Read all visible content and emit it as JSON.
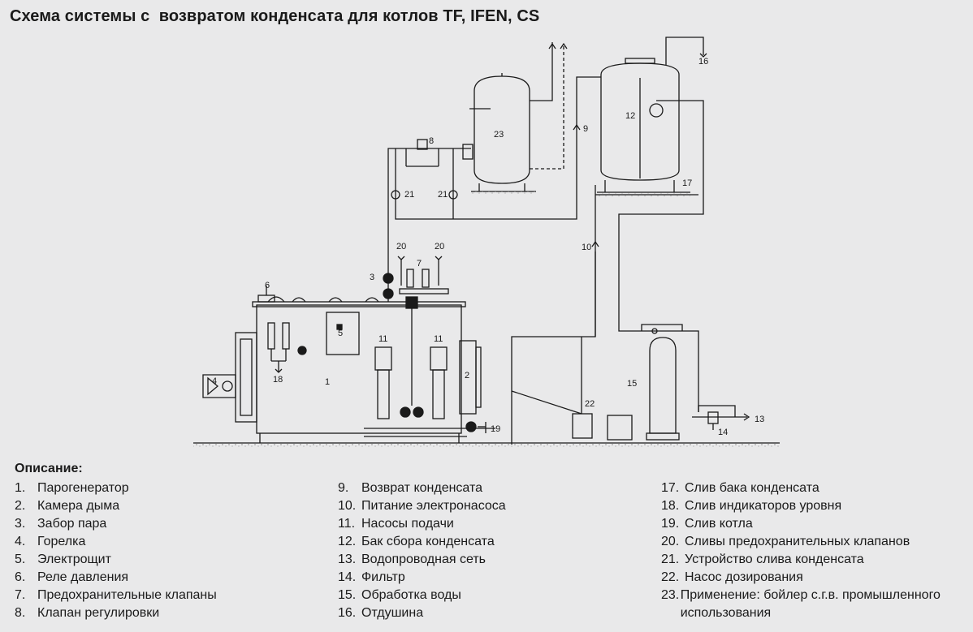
{
  "title": "Схема системы с  возвратом конденсата для котлов TF, IFEN, CS",
  "legend_title": "Описание:",
  "legend": {
    "col1": [
      {
        "num": "1.",
        "text": "Парогенератор"
      },
      {
        "num": "2.",
        "text": "Камера дыма"
      },
      {
        "num": "3.",
        "text": "Забор пара"
      },
      {
        "num": "4.",
        "text": "Горелка"
      },
      {
        "num": "5.",
        "text": "Электрощит"
      },
      {
        "num": "6.",
        "text": "Реле давления"
      },
      {
        "num": "7.",
        "text": "Предохранительные клапаны"
      },
      {
        "num": "8.",
        "text": "Клапан регулировки"
      }
    ],
    "col2": [
      {
        "num": "9.",
        "text": "Возврат конденсата"
      },
      {
        "num": "10.",
        "text": "Питание электронасоса"
      },
      {
        "num": "11.",
        "text": "Насосы подачи"
      },
      {
        "num": "12.",
        "text": "Бак сбора конденсата"
      },
      {
        "num": "13.",
        "text": "Водопроводная сеть"
      },
      {
        "num": "14.",
        "text": "Фильтр"
      },
      {
        "num": "15.",
        "text": "Обработка воды"
      },
      {
        "num": "16.",
        "text": "Отдушина"
      }
    ],
    "col3": [
      {
        "num": "17.",
        "text": "Слив бака конденсата"
      },
      {
        "num": "18.",
        "text": "Слив индикаторов уровня"
      },
      {
        "num": "19.",
        "text": "Слив котла"
      },
      {
        "num": "20.",
        "text": "Сливы предохранительных клапанов"
      },
      {
        "num": "21.",
        "text": "Устройство слива конденсата"
      },
      {
        "num": "22.",
        "text": "Насос дозирования"
      },
      {
        "num": "23.",
        "text": "Применение: бойлер с.г.в. промышленного использования"
      }
    ]
  },
  "callouts": {
    "n1": "1",
    "n2": "2",
    "n3": "3",
    "n4": "4",
    "n5": "5",
    "n6": "6",
    "n7": "7",
    "n8": "8",
    "n9": "9",
    "n10": "10",
    "n11a": "11",
    "n11b": "11",
    "n12": "12",
    "n13": "13",
    "n14": "14",
    "n15": "15",
    "n16": "16",
    "n17": "17",
    "n18": "18",
    "n19": "19",
    "n20a": "20",
    "n20b": "20",
    "n21a": "21",
    "n21b": "21",
    "n22": "22",
    "n23": "23"
  },
  "colors": {
    "background": "#e9e9ea",
    "line": "#1a1a1a",
    "ground": "#cfcfcf"
  }
}
